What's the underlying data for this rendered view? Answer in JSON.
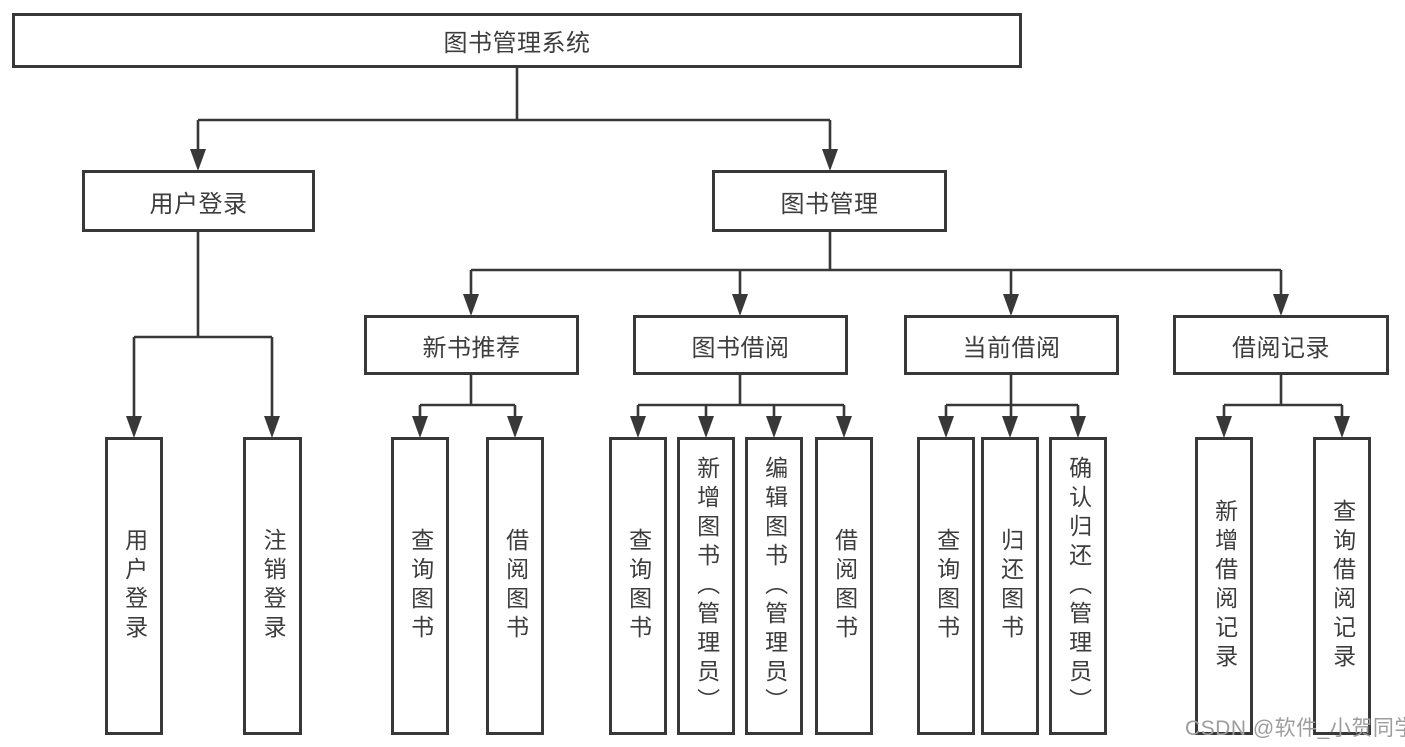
{
  "tree": {
    "root": {
      "label": "图书管理系统"
    },
    "level2": [
      {
        "label": "用户登录"
      },
      {
        "label": "图书管理"
      }
    ],
    "level3": [
      {
        "label": "新书推荐"
      },
      {
        "label": "图书借阅"
      },
      {
        "label": "当前借阅"
      },
      {
        "label": "借阅记录"
      }
    ],
    "leaves": {
      "login": [
        {
          "label": "用户登录"
        },
        {
          "label": "注销登录"
        }
      ],
      "recommend": [
        {
          "label": "查询图书"
        },
        {
          "label": "借阅图书"
        }
      ],
      "borrow": [
        {
          "label": "查询图书"
        },
        {
          "label": "新增图书（管理员）"
        },
        {
          "label": "编辑图书（管理员）"
        },
        {
          "label": "借阅图书"
        }
      ],
      "current": [
        {
          "label": "查询图书"
        },
        {
          "label": "归还图书"
        },
        {
          "label": "确认归还（管理员）"
        }
      ],
      "records": [
        {
          "label": "新增借阅记录"
        },
        {
          "label": "查询借阅记录"
        }
      ]
    }
  },
  "watermark": {
    "text": "CSDN @软件_小贺同学"
  },
  "colors": {
    "line": "#383838",
    "text": "#3d3d3d",
    "watermark": "#9d9d9d",
    "background": "#ffffff"
  }
}
